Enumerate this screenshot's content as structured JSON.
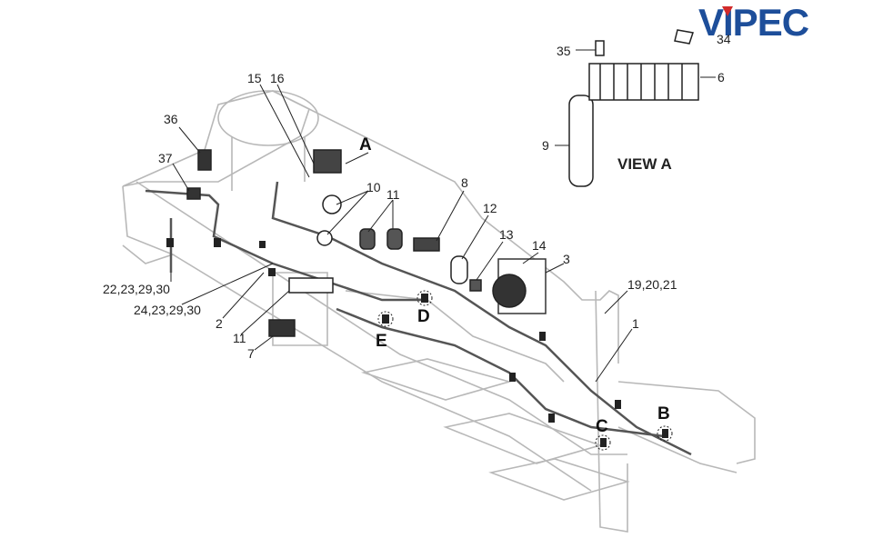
{
  "logo": {
    "text": "VIPEC",
    "color": "#1d4e9a",
    "accent": "#d22a2a"
  },
  "view_label": "VIEW A",
  "callouts": {
    "c35": "35",
    "c34": "34",
    "c6": "6",
    "c9": "9",
    "c15": "15",
    "c16": "16",
    "c36": "36",
    "c37": "37",
    "cA": "A",
    "c10": "10",
    "c11a": "11",
    "c8": "8",
    "c12": "12",
    "c13": "13",
    "c14": "14",
    "c3": "3",
    "c19": "19,20,21",
    "c1": "1",
    "c22": "22,23,29,30",
    "c24": "24,23,29,30",
    "c2": "2",
    "c11b": "11",
    "c7": "7",
    "cE": "E",
    "cD": "D",
    "cC": "C",
    "cB": "B"
  }
}
